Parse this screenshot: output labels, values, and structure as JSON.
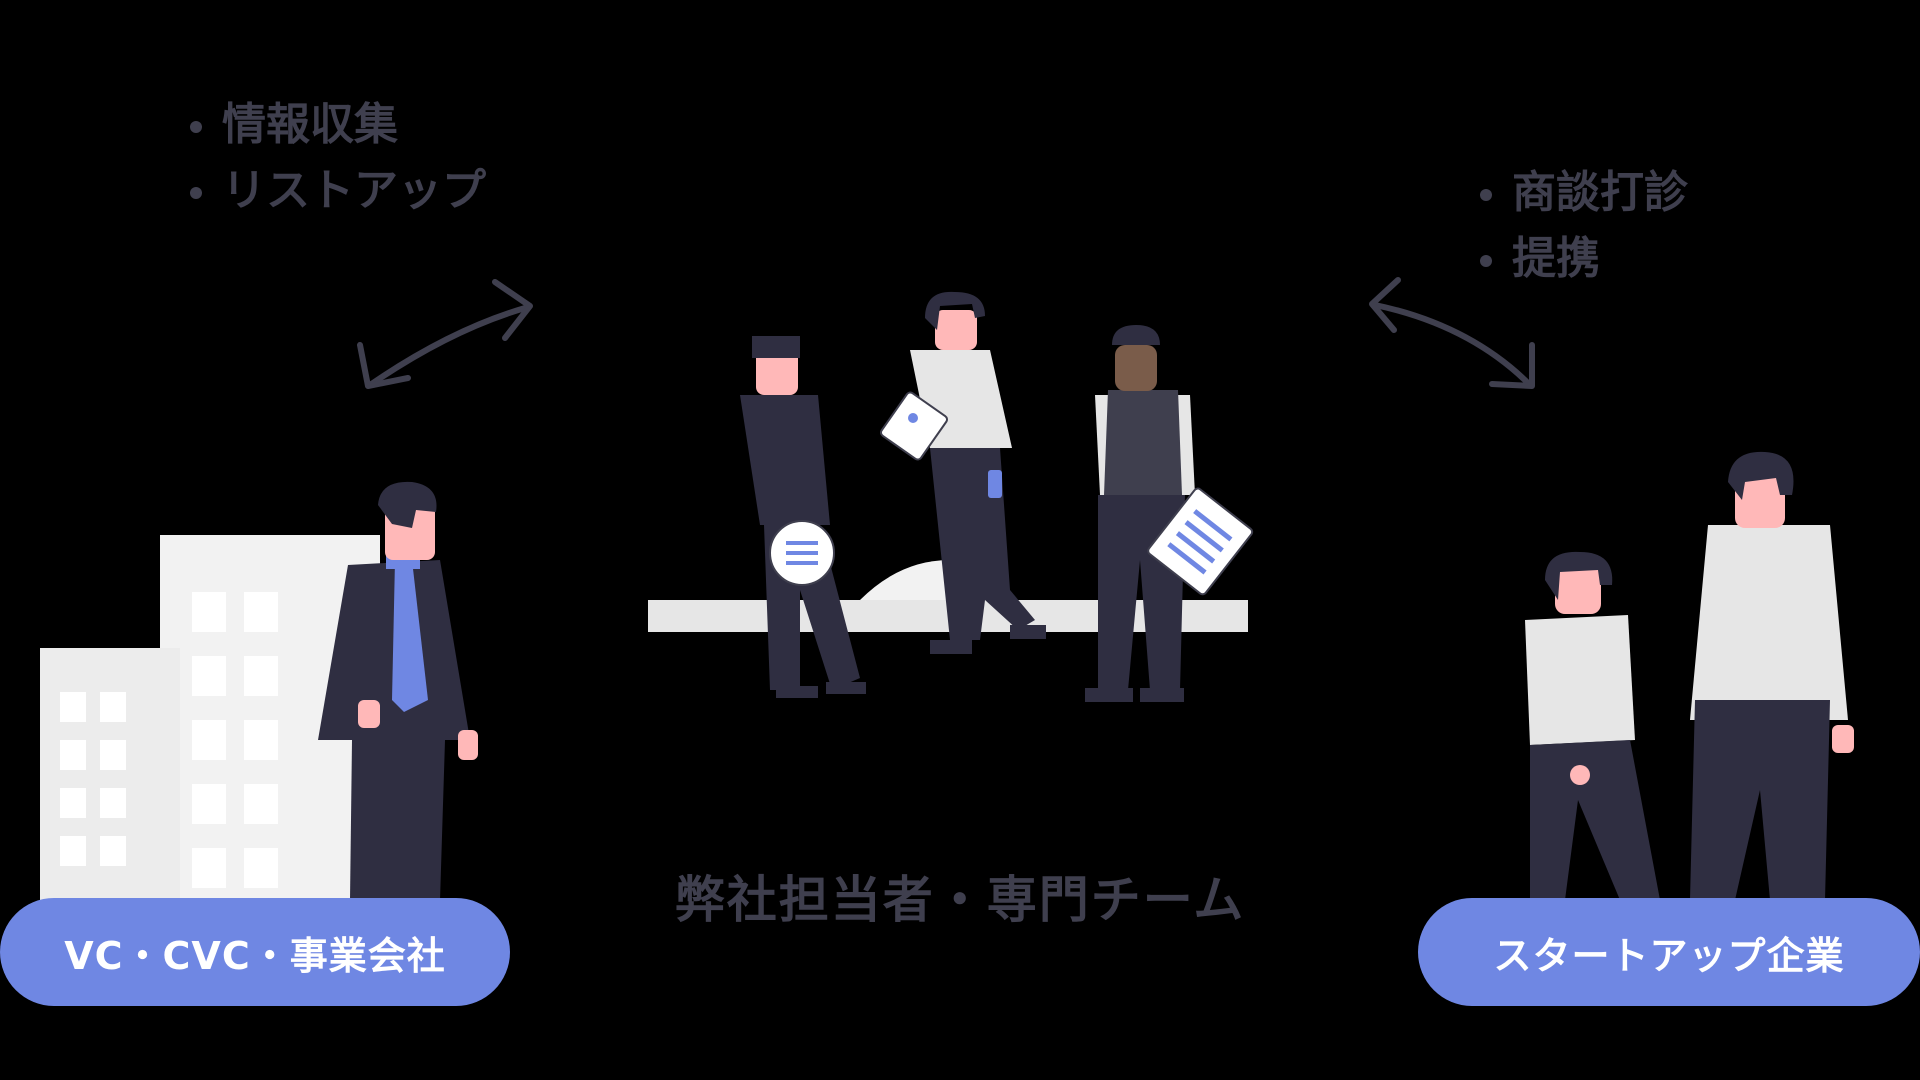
{
  "left_bullets": [
    "情報収集",
    "リストアップ"
  ],
  "right_bullets": [
    "商談打診",
    "提携"
  ],
  "center_label": "弊社担当者・専門チーム",
  "left_party": "VC・CVC・事業会社",
  "right_party": "スタートアップ企業",
  "colors": {
    "background": "#000000",
    "accent": "#6f87e3",
    "text_dark": "#3f3f4e",
    "figure_dark": "#2f2e41",
    "figure_light": "#e6e6e6",
    "skin": "#ffb8b8",
    "building": "#f2f2f2"
  },
  "icons": [
    "double-arrow-left-icon",
    "double-arrow-right-icon",
    "document-icon",
    "list-badge-icon",
    "building-icon"
  ]
}
